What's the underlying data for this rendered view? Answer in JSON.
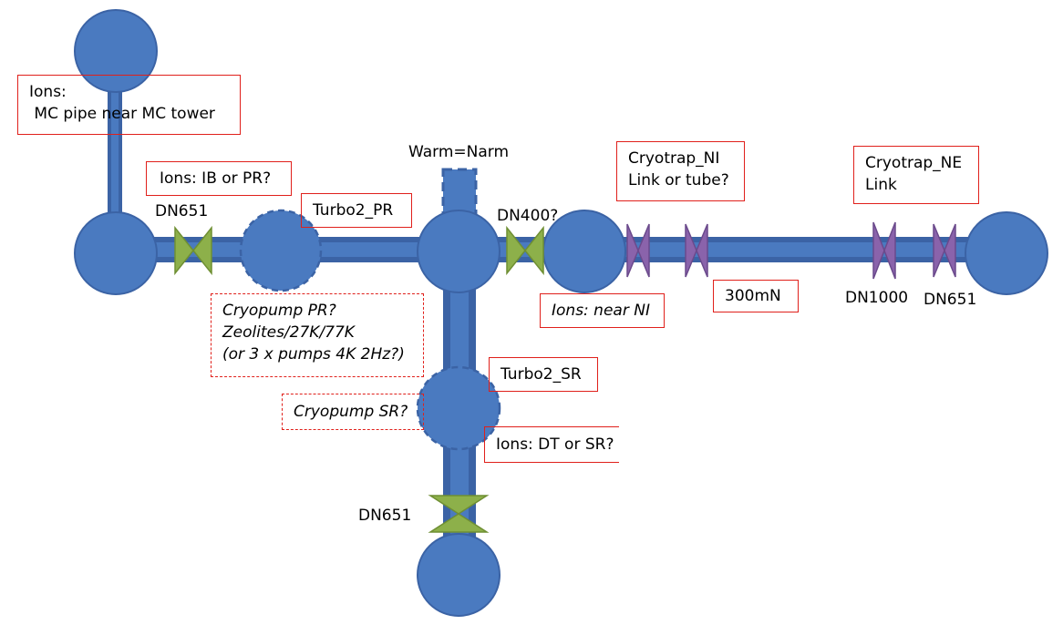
{
  "colors": {
    "node_fill": "#4a7ac0",
    "node_stroke": "#3b63a5",
    "pipe": "#3b63a5",
    "valve_green": "#8db04a",
    "valve_purple": "#8a63ab",
    "box_border": "#e0201b"
  },
  "labels": {
    "warm_narm": "Warm=Narm",
    "dn651_left": "DN651",
    "dn400": "DN400?",
    "dn651_bottom": "DN651",
    "dn1000": "DN1000",
    "dn651_right": "DN651"
  },
  "boxes": {
    "ions_mc": [
      "Ions:",
      " MC pipe near MC tower"
    ],
    "ions_ib": [
      "Ions: IB or PR?"
    ],
    "turbo2_pr": [
      "Turbo2_PR"
    ],
    "cryotrap_ni": [
      "Cryotrap_NI",
      "Link or tube?"
    ],
    "cryotrap_ne": [
      "Cryotrap_NE",
      "Link"
    ],
    "ions_ni": [
      "Ions: near NI"
    ],
    "mn300": [
      "300mN"
    ],
    "cryopump_pr": [
      "Cryopump PR?",
      "Zeolites/27K/77K",
      "(or 3 x pumps 4K 2Hz?)"
    ],
    "turbo2_sr": [
      "Turbo2_SR"
    ],
    "cryopump_sr": [
      "Cryopump SR?"
    ],
    "ions_dt": [
      "Ions: DT or SR?"
    ]
  }
}
